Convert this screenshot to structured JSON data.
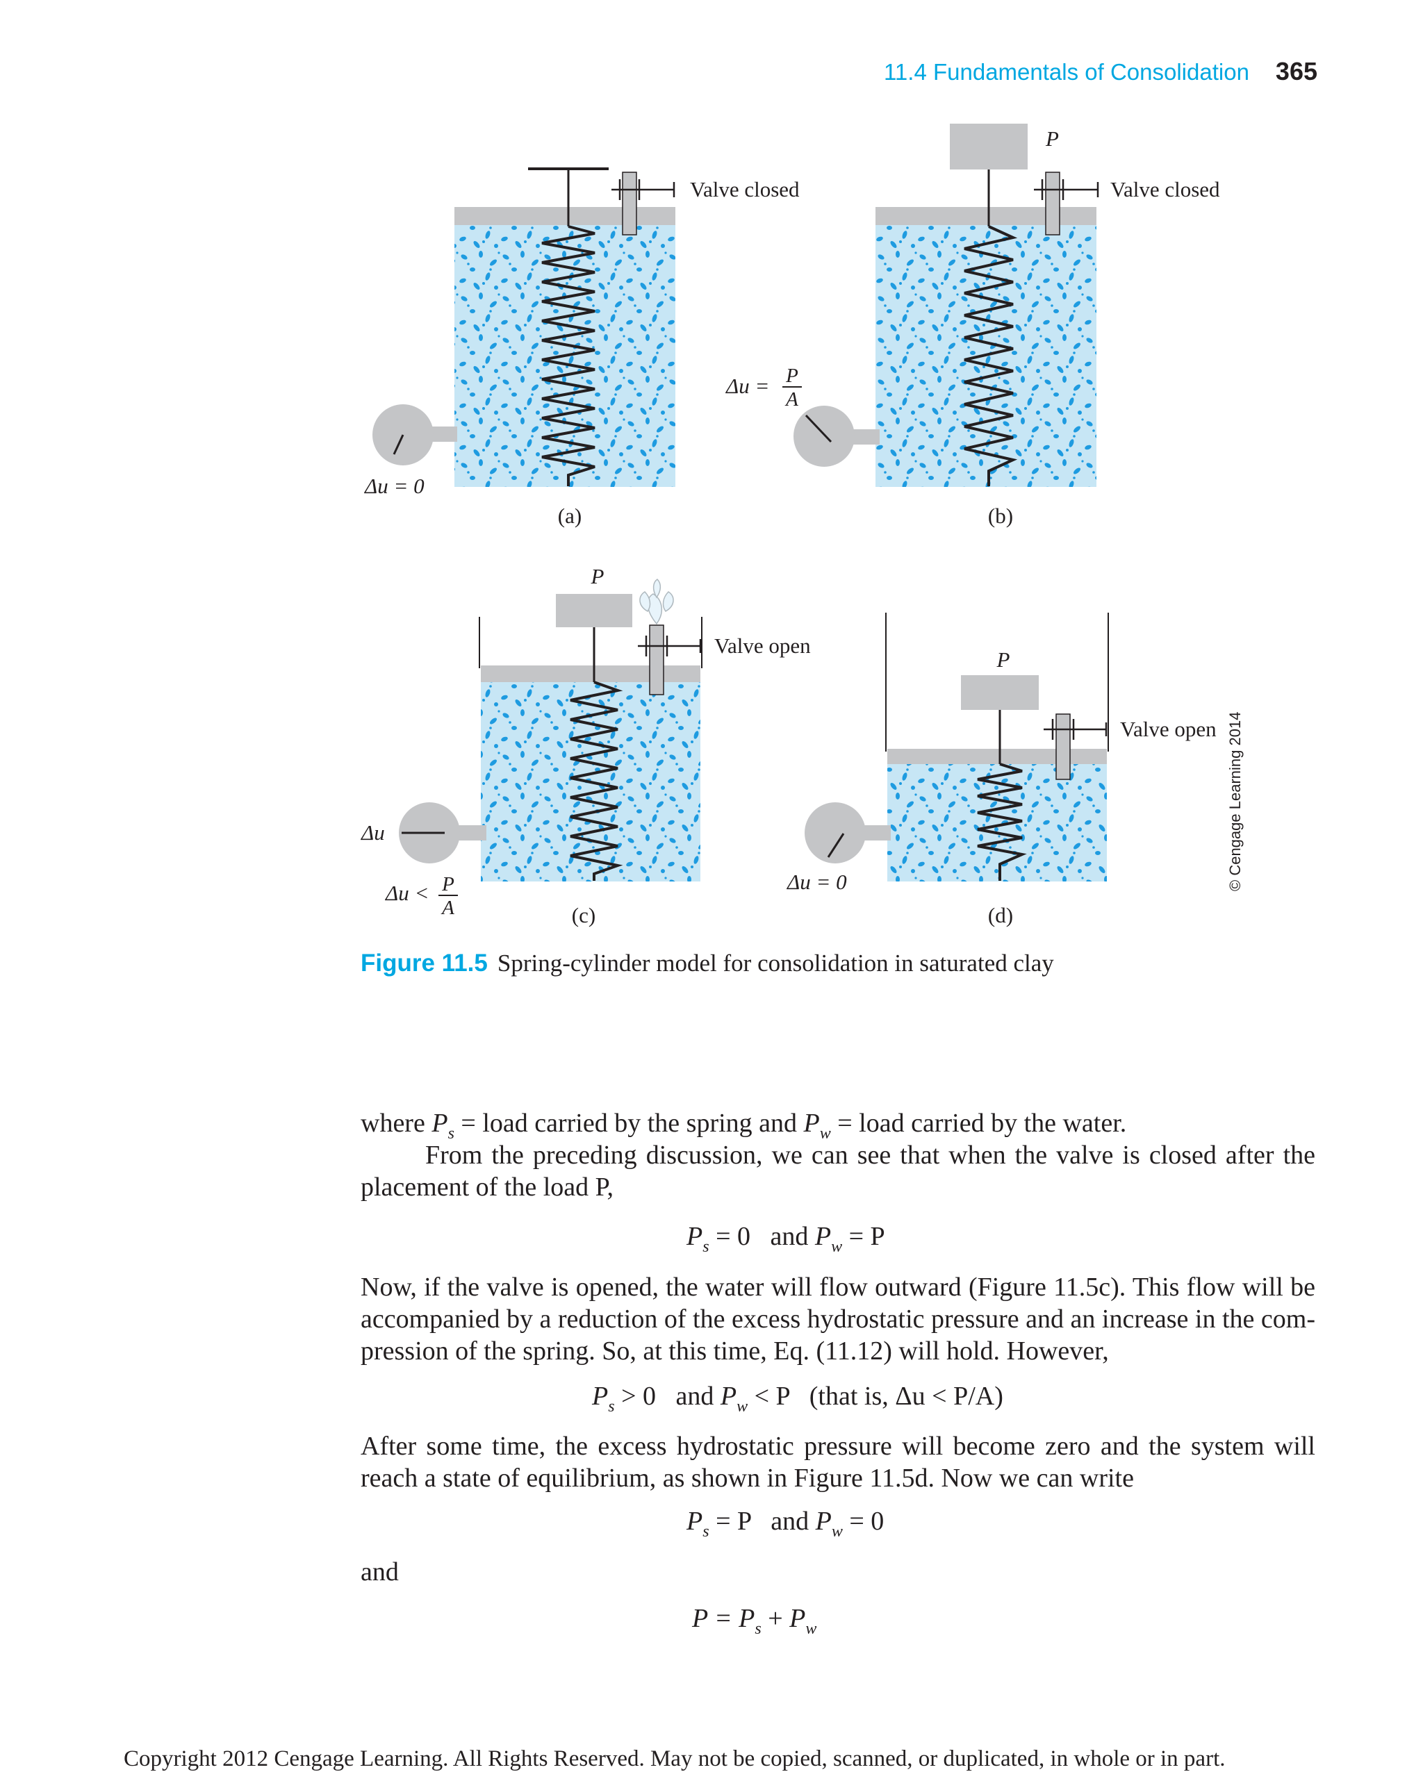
{
  "header": {
    "section": "11.4 Fundamentals of Consolidation",
    "page_number": "365"
  },
  "figure": {
    "panels": [
      {
        "label": "(a)",
        "valve": "Valve closed",
        "load": "",
        "gauge": "Δu = 0"
      },
      {
        "label": "(b)",
        "valve": "Valve closed",
        "load": "P",
        "gauge_num": "P",
        "gauge_den": "A",
        "gauge_prefix": "Δu ="
      },
      {
        "label": "(c)",
        "valve": "Valve open",
        "load": "P",
        "gauge": "Δu",
        "gauge_lt_prefix": "Δu <",
        "gauge_num": "P",
        "gauge_den": "A"
      },
      {
        "label": "(d)",
        "valve": "Valve open",
        "load": "P",
        "gauge": "Δu = 0"
      }
    ],
    "copyright": "© Cengage Learning 2014"
  },
  "caption": {
    "label": "Figure 11.5",
    "text": "Spring-cylinder model for consolidation in saturated clay"
  },
  "text": {
    "p1_a": "where",
    "p1_b": "= load carried by the spring and",
    "p1_c": "= load carried by the water.",
    "p2": "From the preceding discussion, we can see that when the valve is closed after the placement of the load P,",
    "eq1_a": "= 0   and",
    "eq1_b": "= P",
    "p3": "Now, if the valve is opened, the water will flow outward (Figure 11.5c). This flow will be accompanied by a reduction of the excess hydrostatic pressure and an increase in the com-pression of the spring. So, at this time, Eq. (11.12) will hold. However,",
    "eq2_a": "> 0   and",
    "eq2_b": "< P   (that is, Δu < P/A)",
    "p4": "After some time, the excess hydrostatic pressure will become zero and the system will reach a state of equilibrium, as shown in Figure 11.5d. Now we can write",
    "eq3_a": "= P   and",
    "eq3_b": "= 0",
    "p5": "and",
    "eq4_a": "P =",
    "eq4_b": "+",
    "sym_P": "P",
    "sub_s": "s",
    "sub_w": "w"
  },
  "footer": "Copyright 2012 Cengage Learning. All Rights Reserved. May not be copied, scanned, or duplicated, in whole or in part.",
  "colors": {
    "accent": "#00a7e1",
    "water": "#c7e6f5",
    "dots": "#1e9be0",
    "grey": "#c4c5c7",
    "piston": "#bcbdbf"
  }
}
